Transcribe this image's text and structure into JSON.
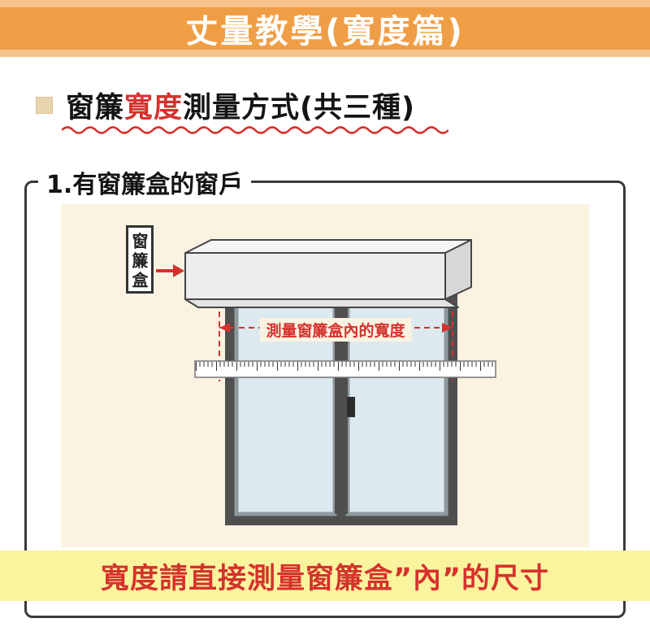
{
  "header": {
    "title": "丈量教學(寬度篇)"
  },
  "heading": {
    "pre": "窗簾",
    "highlight": "寬度",
    "post": "測量方式(共三種)"
  },
  "panel": {
    "label": "1.有窗簾盒的窗戶"
  },
  "illustration": {
    "curtain_box_label": "窗簾盒",
    "measure_text": "測量窗簾盒內的寬度"
  },
  "footer": {
    "text": "寬度請直接測量窗簾盒”內”的尺寸"
  },
  "colors": {
    "banner_orange": "#f09e45",
    "banner_orange_light": "#f6c38c",
    "accent_red": "#d5322d",
    "cream_background": "#faf3e2",
    "yellow_band": "#fbf49e",
    "frame_gray": "#4f4f4f",
    "glass_blue": "#dce9ef"
  }
}
